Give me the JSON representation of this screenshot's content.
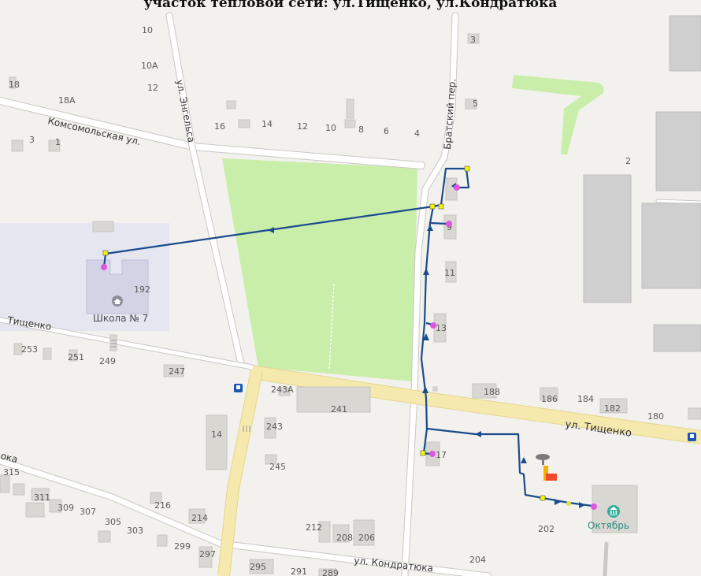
{
  "header": {
    "caption": "участок тепловой сети: ул.Тищенко, ул.Кондратюка"
  },
  "colors": {
    "background": "#f3f1ed",
    "road_major": "#f6e9ad",
    "road_major_edge": "#e5d591",
    "road_minor": "#ffffff",
    "road_edge": "#c9c8c4",
    "park": "#c9eeaa",
    "school_area": "#e6e6f1",
    "building": "#d9d7d2",
    "building_big": "#cfcfcf",
    "pipeline": "#1a4b8d",
    "node_magenta": "#e155e1",
    "node_yellow": "#f5f50a",
    "boiler_red": "#f04a2c",
    "boiler_orange": "#f6b000",
    "poi_icon": "#2fae9c",
    "text": "#5a5a5a",
    "street_label": "#333333"
  },
  "streets": [
    {
      "id": "komsomolskaya",
      "label": "Комсомольская ул."
    },
    {
      "id": "engelsa",
      "label": "ул. Энгельса"
    },
    {
      "id": "bratsky",
      "label": "Братский пер."
    },
    {
      "id": "tishchenko_w",
      "label": "Тищенко"
    },
    {
      "id": "tishchenko_e",
      "label": "ул. Тищенко"
    },
    {
      "id": "kondratyuka",
      "label": "ул. Кондратюка"
    },
    {
      "id": "partial_w",
      "label": "ока"
    }
  ],
  "house_numbers": [
    "10",
    "10А",
    "12",
    "18",
    "18А",
    "3",
    "1",
    "16",
    "14",
    "12",
    "10",
    "8",
    "6",
    "4",
    "3",
    "5",
    "2",
    "9",
    "11",
    "13",
    "192",
    "253",
    "251",
    "249",
    "247",
    "243А",
    "241",
    "243",
    "245",
    "188",
    "186",
    "184",
    "182",
    "180",
    "14",
    "17",
    "315",
    "311",
    "309",
    "307",
    "305",
    "303",
    "216",
    "214",
    "212",
    "208",
    "206",
    "202",
    "204",
    "299",
    "297",
    "295",
    "291",
    "289"
  ],
  "pois": [
    {
      "id": "school",
      "label": "Школа № 7",
      "icon": "school-icon"
    },
    {
      "id": "oktyabr",
      "label": "Октябрь",
      "icon": "museum-icon"
    },
    {
      "id": "boiler",
      "label": "",
      "icon": "boiler-house-icon"
    }
  ],
  "map_icons": [
    {
      "id": "bus_stop_w",
      "icon": "bus-stop-icon",
      "label": "🚌"
    },
    {
      "id": "bus_stop_e",
      "icon": "bus-stop-icon",
      "label": "🚌"
    }
  ],
  "pipeline": {
    "description_visible": false
  }
}
